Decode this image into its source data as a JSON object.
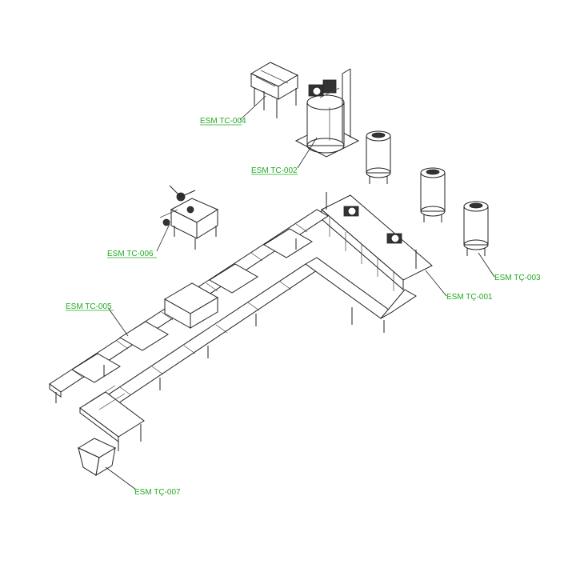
{
  "label_color": "#22aa22",
  "leader_color": "#222222",
  "labels": [
    {
      "id": "esm-tc-004",
      "text": "ESM TC-004"
    },
    {
      "id": "esm-tc-002",
      "text": "ESM TC-002"
    },
    {
      "id": "esm-tc-006",
      "text": "ESM TC-006"
    },
    {
      "id": "esm-tc-005",
      "text": "ESM TC-005"
    },
    {
      "id": "esm-tc-001",
      "text": "ESM TÇ-001"
    },
    {
      "id": "esm-tc-003",
      "text": "ESM TÇ-003"
    },
    {
      "id": "esm-tc-007",
      "text": "ESM TÇ-007"
    }
  ]
}
